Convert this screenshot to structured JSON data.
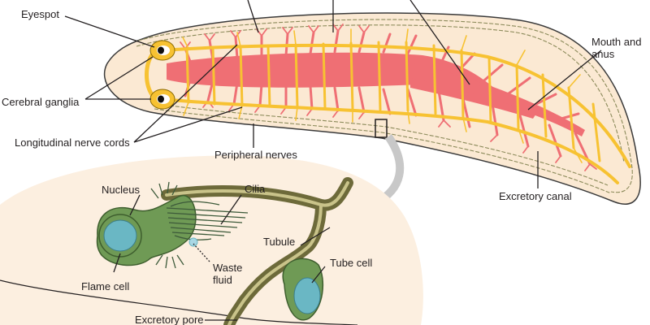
{
  "diagram": {
    "labels": {
      "eyespot": "Eyespot",
      "cerebral_ganglia": "Cerebral ganglia",
      "longitudinal_nerve_cords": "Longitudinal nerve cords",
      "peripheral_nerves": "Peripheral nerves",
      "mouth_and_anus_line1": "Mouth and",
      "mouth_and_anus_line2": "anus",
      "excretory_canal": "Excretory canal",
      "nucleus": "Nucleus",
      "cilia": "Cilia",
      "tubule": "Tubule",
      "tube_cell": "Tube cell",
      "waste_fluid_line1": "Waste",
      "waste_fluid_line2": "fluid",
      "flame_cell": "Flame cell",
      "excretory_pore": "Excretory pore"
    },
    "colors": {
      "body_fill": "#fbe9d3",
      "body_outline": "#3a3a3a",
      "gut": "#ef6f74",
      "nerve": "#f7c232",
      "nerve_edge": "#e8a800",
      "peripheral_net": "#8b8a5a",
      "inset_bg": "#fcefe0",
      "flame_cell": "#6f9a55",
      "nucleus": "#6ab7c4",
      "tubule": "#6d6a3a",
      "cilia": "#3d5a3a",
      "arrow": "#c8c8c8"
    }
  }
}
